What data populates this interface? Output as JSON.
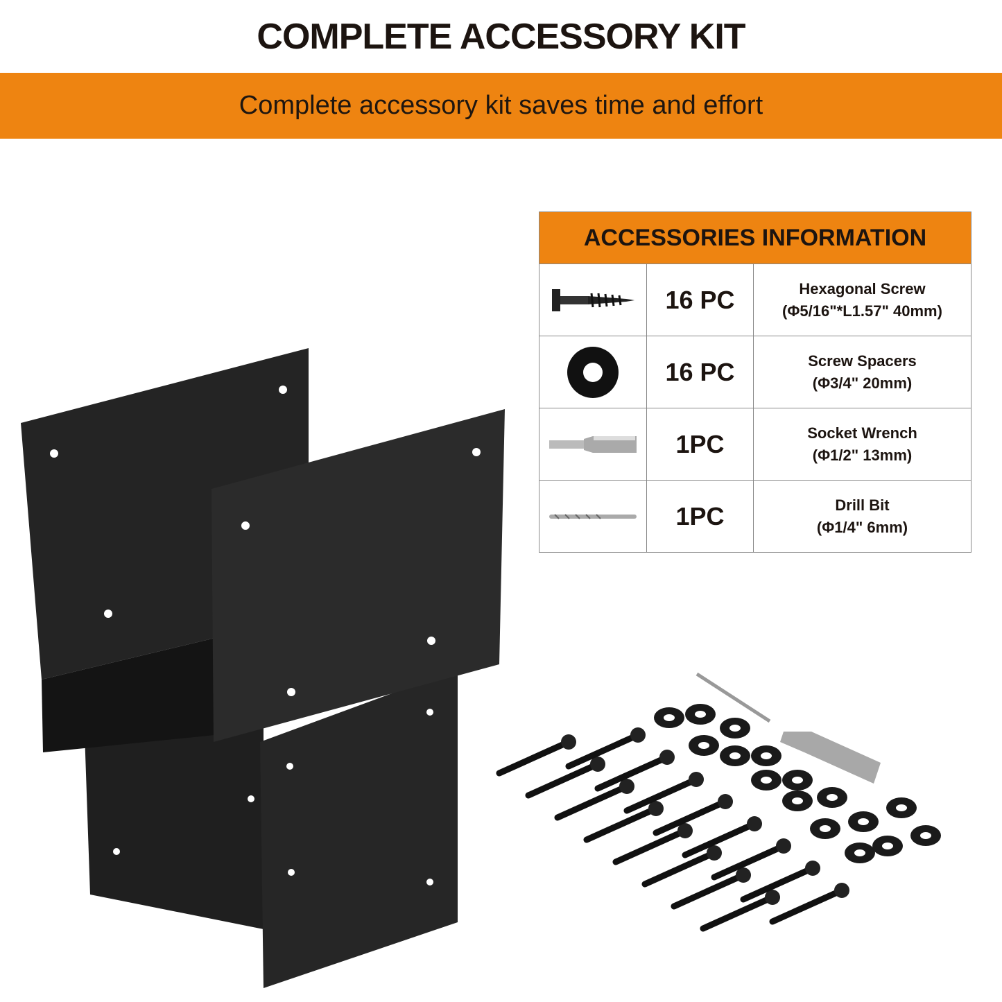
{
  "title": "COMPLETE ACCESSORY KIT",
  "banner": "Complete accessory kit saves time and effort",
  "colors": {
    "accent": "#ee8411",
    "text": "#1c1410",
    "bracket": "#1a1a1a"
  },
  "table": {
    "header": "ACCESSORIES INFORMATION",
    "rows": [
      {
        "icon": "hex-screw-icon",
        "qty": "16 PC",
        "name": "Hexagonal Screw",
        "spec": "(Φ5/16\"*L1.57\" 40mm)"
      },
      {
        "icon": "washer-icon",
        "qty": "16 PC",
        "name": "Screw Spacers",
        "spec": "(Φ3/4\" 20mm)"
      },
      {
        "icon": "socket-wrench-icon",
        "qty": "1PC",
        "name": "Socket Wrench",
        "spec": "(Φ1/2\" 13mm)"
      },
      {
        "icon": "drill-bit-icon",
        "qty": "1PC",
        "name": "Drill Bit",
        "spec": "(Φ1/4\" 6mm)"
      }
    ]
  }
}
